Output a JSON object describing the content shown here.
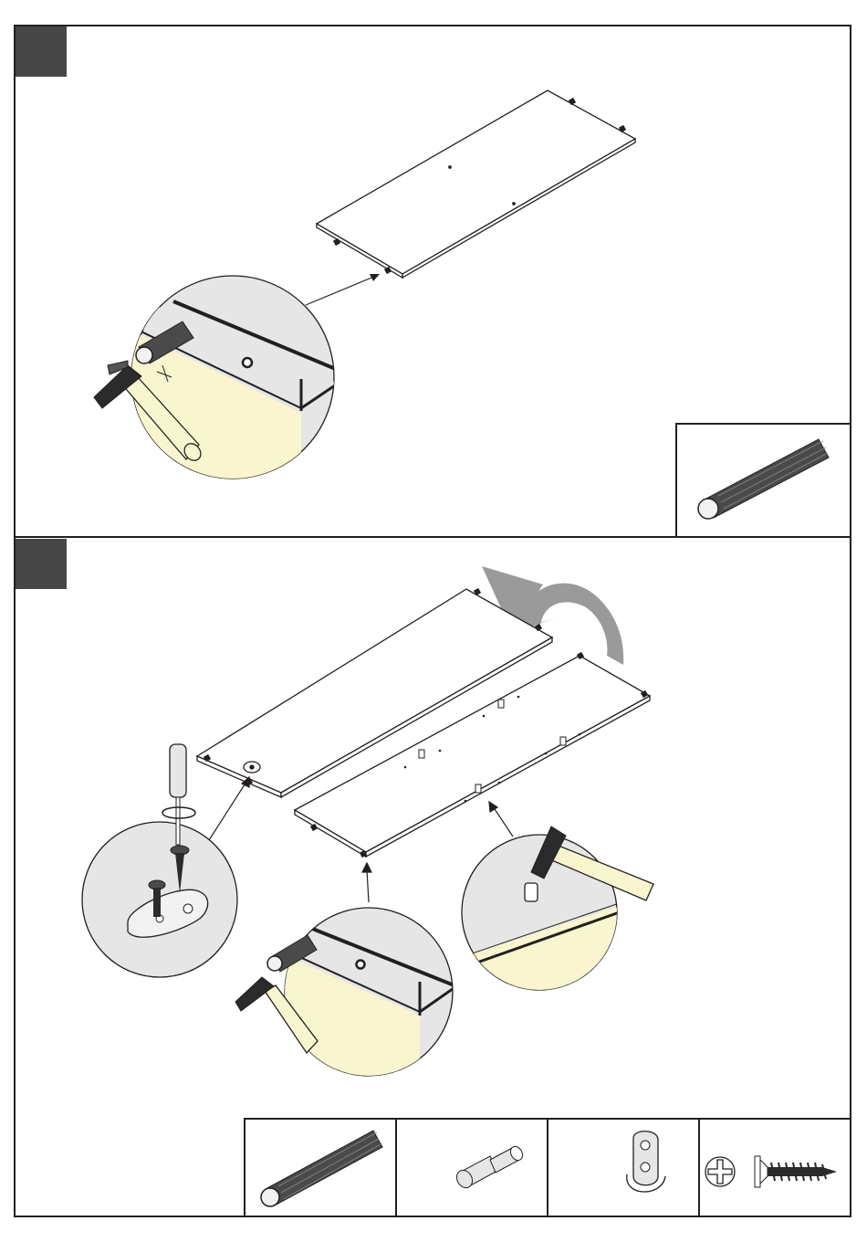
{
  "steps": [
    {
      "number": "",
      "parts": [
        "wooden-dowel"
      ]
    },
    {
      "number": "",
      "parts": [
        "wooden-dowel",
        "cam-bolt",
        "hanger-bracket",
        "phillips-screw"
      ]
    }
  ],
  "colors": {
    "line": "#231f20",
    "tab": "#464646",
    "detail_circle": "#e6e6e6",
    "panel_edge_highlight": "#f9f6cf",
    "dowel": "#4a4a4a",
    "hardware_dark": "#2b2b2b"
  },
  "icons": [
    "hammer-icon",
    "screwdriver-icon",
    "dowel-icon",
    "cam-bolt-icon",
    "bracket-icon",
    "screw-icon",
    "rotate-arrow-icon"
  ]
}
